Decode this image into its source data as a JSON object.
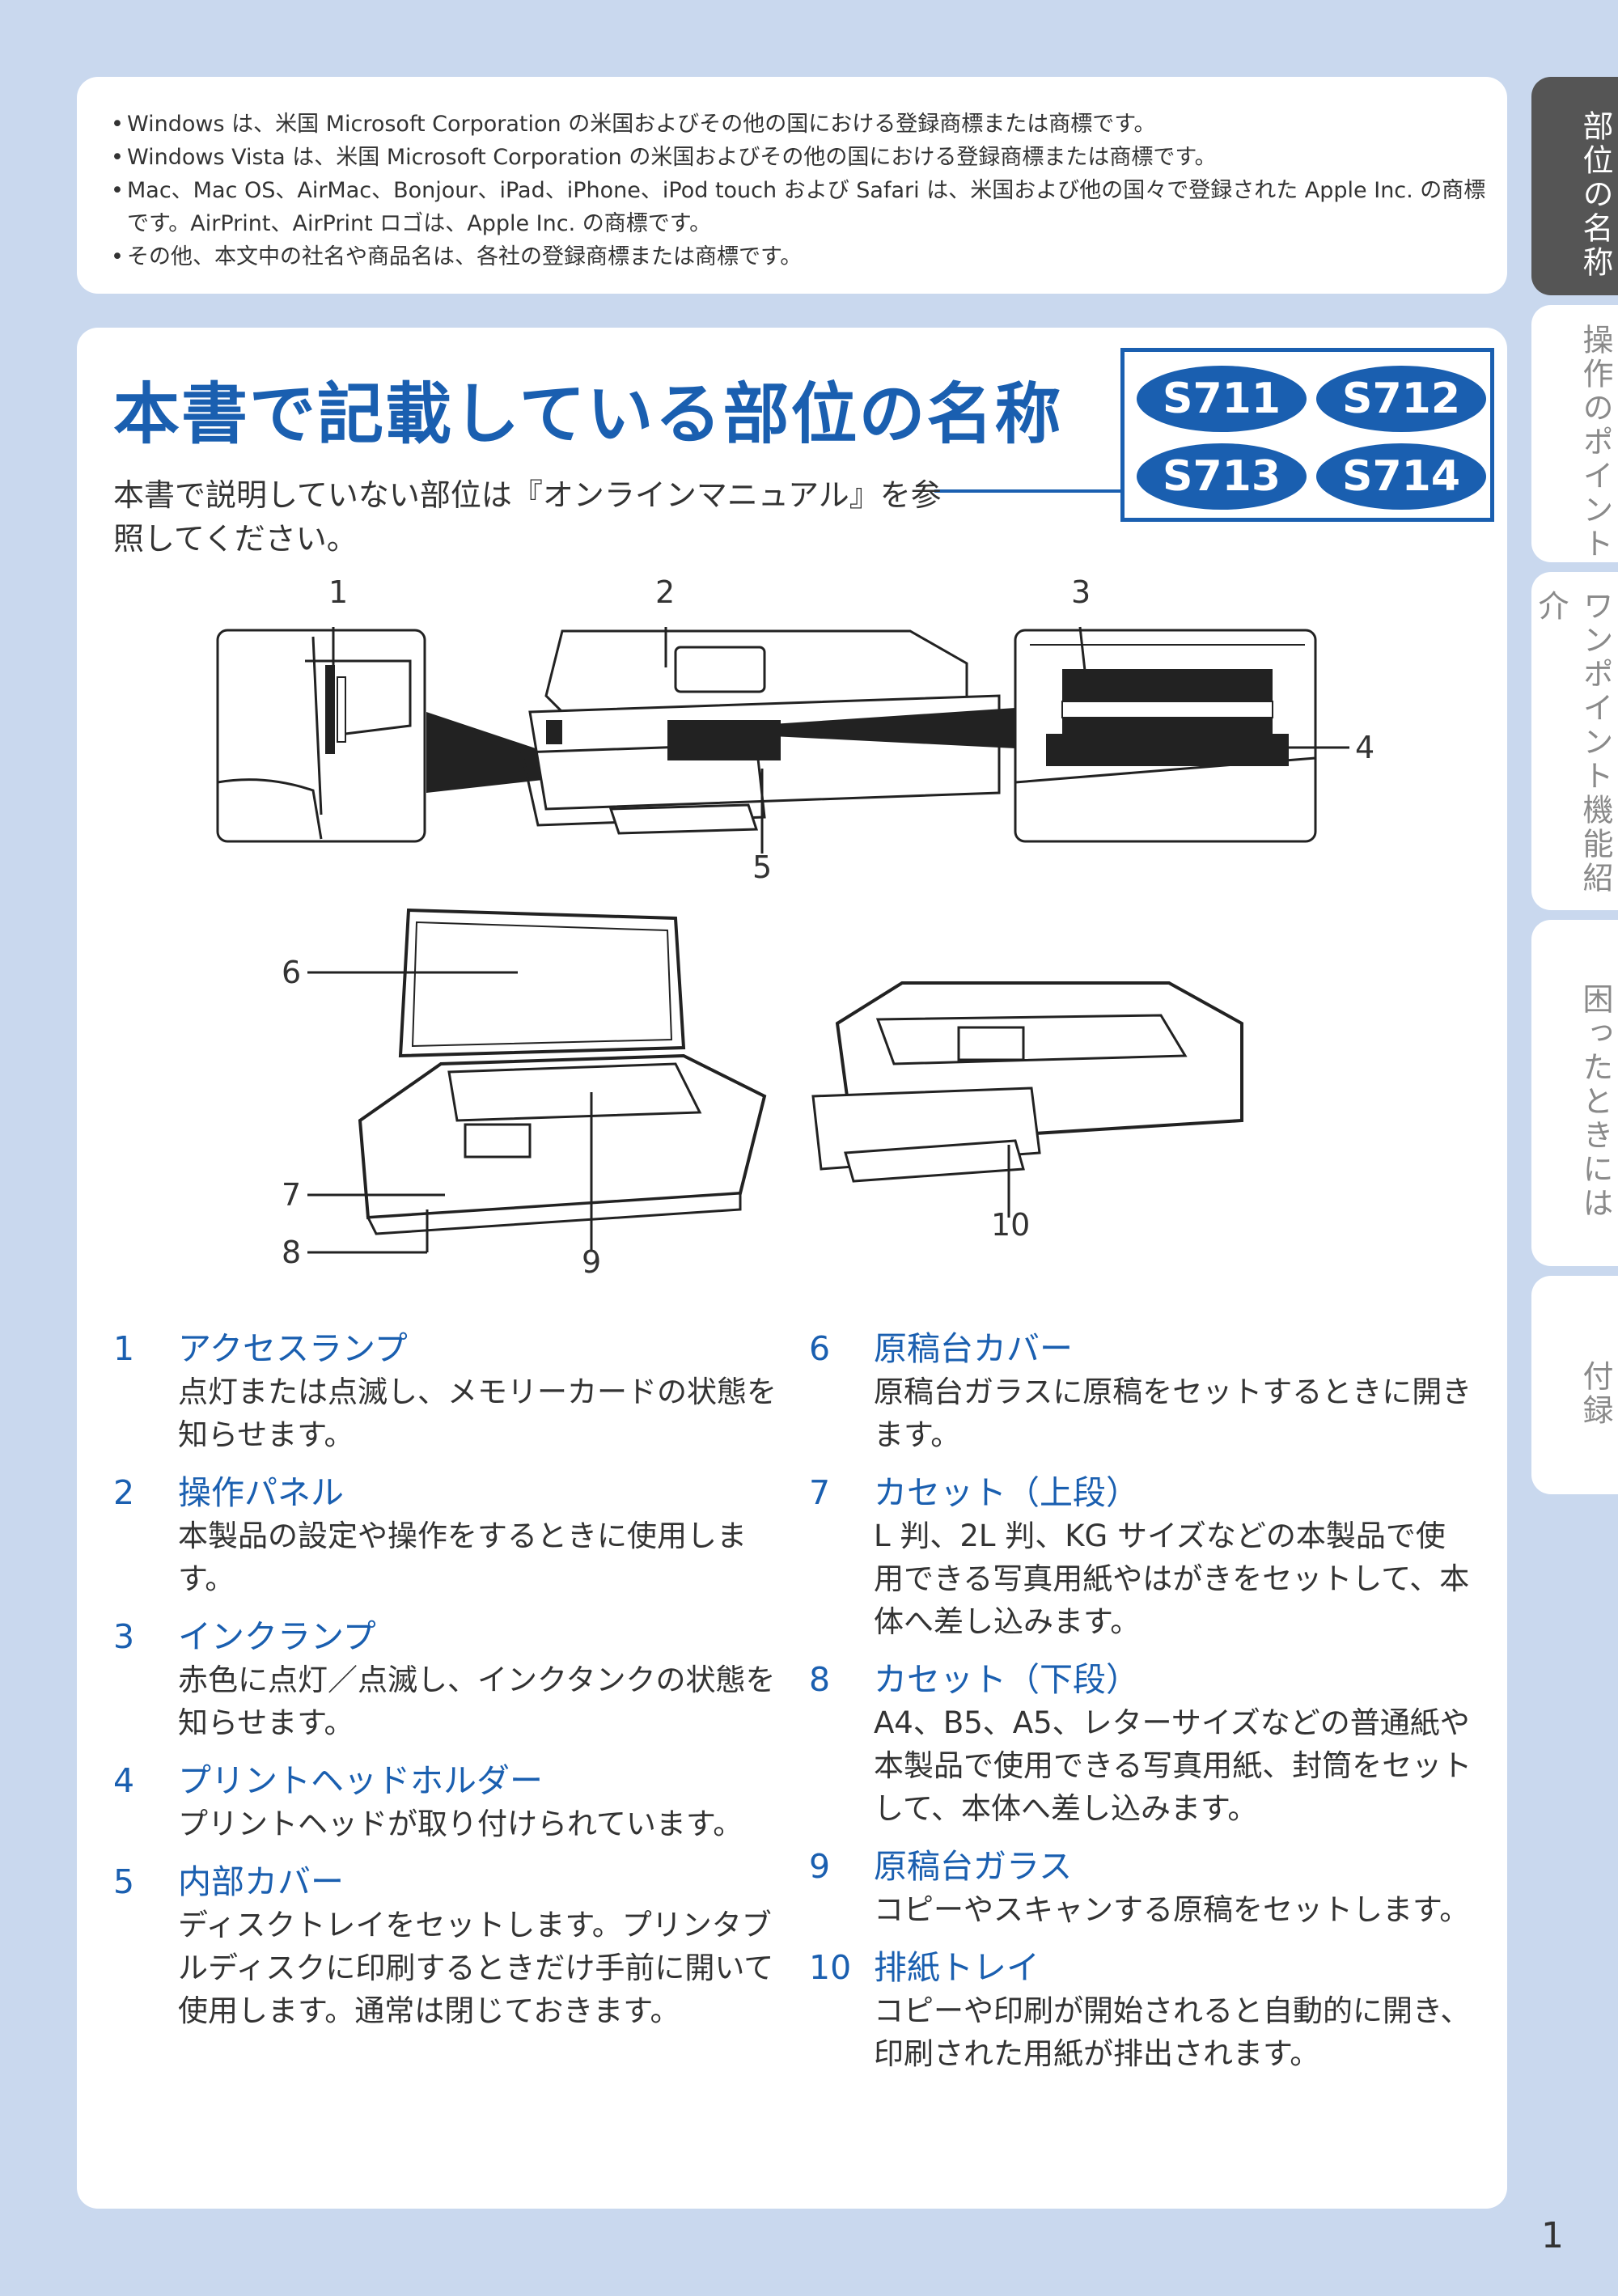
{
  "trademarks": [
    "Windows は、米国 Microsoft Corporation の米国およびその他の国における登録商標または商標です。",
    "Windows Vista は、米国 Microsoft Corporation の米国およびその他の国における登録商標または商標です。",
    "Mac、Mac OS、AirMac、Bonjour、iPad、iPhone、iPod touch および Safari は、米国および他の国々で登録された Apple Inc. の商標です。AirPrint、AirPrint ロゴは、Apple Inc. の商標です。",
    "その他、本文中の社名や商品名は、各社の登録商標または商標です。"
  ],
  "title": "本書で記載している部位の名称",
  "intro": "本書で説明していない部位は『オンラインマニュアル』を参照してください。",
  "models": [
    "S711",
    "S712",
    "S713",
    "S714"
  ],
  "callouts": [
    "1",
    "2",
    "3",
    "4",
    "5",
    "6",
    "7",
    "8",
    "9",
    "10"
  ],
  "parts_left": [
    {
      "num": "1",
      "name": "アクセスランプ",
      "desc": "点灯または点滅し、メモリーカードの状態を知らせます。"
    },
    {
      "num": "2",
      "name": "操作パネル",
      "desc": "本製品の設定や操作をするときに使用します。"
    },
    {
      "num": "3",
      "name": "インクランプ",
      "desc": "赤色に点灯／点滅し、インクタンクの状態を知らせます。"
    },
    {
      "num": "4",
      "name": "プリントヘッドホルダー",
      "desc": "プリントヘッドが取り付けられています。"
    },
    {
      "num": "5",
      "name": "内部カバー",
      "desc": "ディスクトレイをセットします。プリンタブルディスクに印刷するときだけ手前に開いて使用します。通常は閉じておきます。"
    }
  ],
  "parts_right": [
    {
      "num": "6",
      "name": "原稿台カバー",
      "desc": "原稿台ガラスに原稿をセットするときに開きます。"
    },
    {
      "num": "7",
      "name": "カセット（上段）",
      "desc": "L 判、2L 判、KG サイズなどの本製品で使用できる写真用紙やはがきをセットして、本体へ差し込みます。"
    },
    {
      "num": "8",
      "name": "カセット（下段）",
      "desc": "A4、B5、A5、レターサイズなどの普通紙や本製品で使用できる写真用紙、封筒をセットして、本体へ差し込みます。"
    },
    {
      "num": "9",
      "name": "原稿台ガラス",
      "desc": "コピーやスキャンする原稿をセットします。"
    },
    {
      "num": "10",
      "name": "排紙トレイ",
      "desc": "コピーや印刷が開始されると自動的に開き、印刷された用紙が排出されます。"
    }
  ],
  "tabs": [
    "部位の名称",
    "操作のポイント",
    "ワンポイント機能紹介",
    "困ったときには",
    "付録"
  ],
  "page_number": "1"
}
